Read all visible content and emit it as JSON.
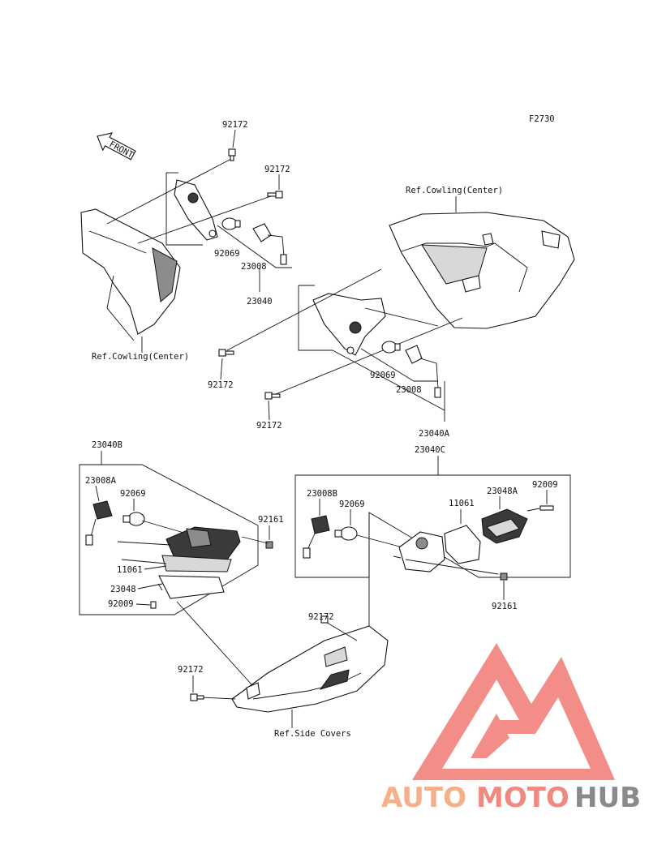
{
  "figure_code": "F2730",
  "front_label": "FRONT",
  "labels": {
    "bolt_top_left": "92172",
    "bolt_top_mid": "92172",
    "bulb_left": "92069",
    "socket_left": "23008",
    "assy_left": "23040",
    "ref_cowling_left": "Ref.Cowling(Center)",
    "ref_cowling_right": "Ref.Cowling(Center)",
    "bolt_mid_a": "92172",
    "bolt_mid_b": "92172",
    "bulb_mid": "92069",
    "socket_mid": "23008",
    "assy_mid": "23040A",
    "assy_b": "23040B",
    "socket_b": "23008A",
    "bulb_b": "92069",
    "nut_b": "92161",
    "reflector_b": "11061",
    "lens_b": "23048",
    "screw_b": "92009",
    "assy_c": "23040C",
    "socket_c": "23008B",
    "bulb_c": "92069",
    "reflector_c": "11061",
    "lens_c": "23048A",
    "screw_c": "92009",
    "nut_c": "92161",
    "bolt_low_a": "92172",
    "bolt_low_b": "92172",
    "ref_side_covers": "Ref.Side Covers"
  },
  "watermark": {
    "part1": "AUTO",
    "part2": "MOTO",
    "part3": "HUB",
    "color1": "#f5b08a",
    "color2": "#f08a80",
    "color3": "#8a8a8a",
    "logo_color": "#f06a66"
  }
}
